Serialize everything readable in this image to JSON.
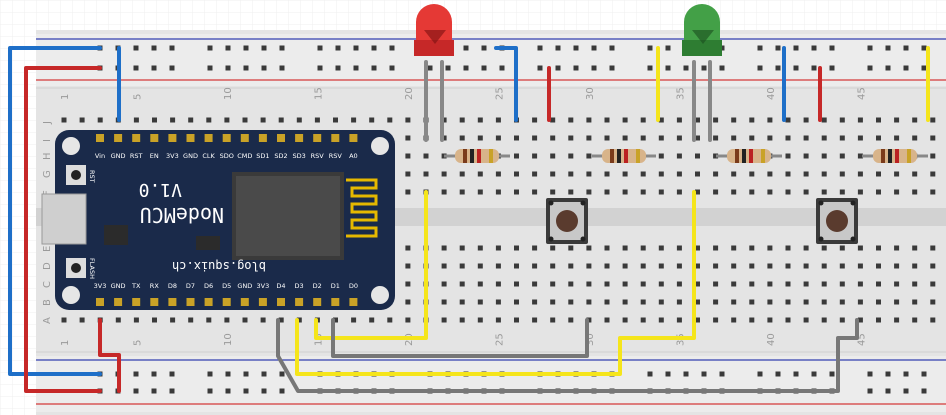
{
  "breadboard": {
    "column_numbers_top": [
      "1",
      "5",
      "10",
      "15",
      "20",
      "25",
      "30",
      "35",
      "40",
      "45"
    ],
    "column_numbers_bottom": [
      "1",
      "5",
      "10",
      "15",
      "20",
      "25",
      "30",
      "35",
      "40",
      "45"
    ],
    "row_letters_top": [
      "J",
      "I",
      "H",
      "G",
      "F"
    ],
    "row_letters_bottom": [
      "E",
      "D",
      "C",
      "B",
      "A"
    ],
    "colors": {
      "bg": "#e6e6e6",
      "rail_red": "#d44",
      "rail_blue": "#33a",
      "hole": "#333333",
      "green_hole": "#4caf50"
    }
  },
  "nodemcu": {
    "title_line1": "NodeMCU",
    "title_line2": "V1.0",
    "url": "blog.squix.ch",
    "top_pins": [
      "Vin",
      "GND",
      "RST",
      "EN",
      "3V3",
      "GND",
      "CLK",
      "SDO",
      "CMD",
      "SD1",
      "SD2",
      "SD3",
      "RSV",
      "RSV",
      "A0"
    ],
    "bottom_pins": [
      "3V3",
      "GND",
      "TX",
      "RX",
      "D8",
      "D7",
      "D6",
      "D5",
      "GND",
      "3V3",
      "D4",
      "D3",
      "D2",
      "D1",
      "D0"
    ],
    "rst_label": "RST",
    "flash_label": "FLASH",
    "board_color": "#1a2a4a"
  },
  "components": {
    "led_red": {
      "color": "#e53935",
      "name": "led-red-icon"
    },
    "led_green": {
      "color": "#43a047",
      "name": "led-green-icon"
    },
    "resistor_count": 4,
    "button_count": 2
  },
  "wires": {
    "red": "#c62828",
    "blue": "#1e6fc8",
    "yellow": "#f5e51b",
    "gray": "#777777"
  }
}
